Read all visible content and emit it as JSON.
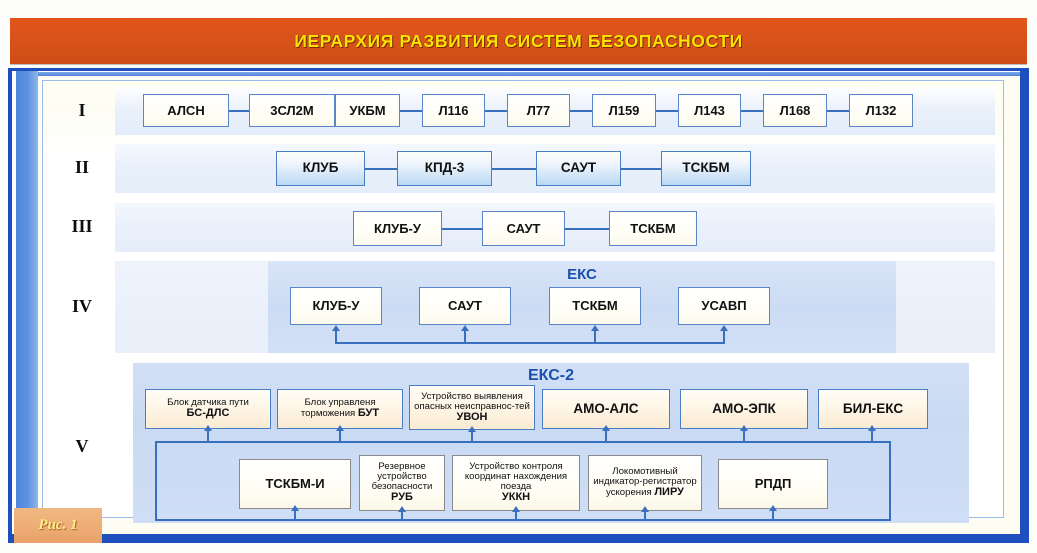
{
  "banner": {
    "title": "ИЕРАРХИЯ РАЗВИТИЯ СИСТЕМ БЕЗОПАСНОСТИ"
  },
  "figure_caption": "Рис. 1",
  "colors": {
    "banner_bg": "#d9531b",
    "banner_text": "#ffe200",
    "frame_blue": "#1d4fbe",
    "frame_left_blue": "#5f92e2",
    "connector": "#3a6fc0",
    "group_label": "#1a4fae",
    "band_light": "#e9f0fb",
    "band_dark": "#ccdcf4",
    "node_white": "#fffef4",
    "node_blue": "#cfe4f7",
    "node_peach": "#fdf3e2"
  },
  "levels": [
    {
      "numeral": "I",
      "nodes": [
        {
          "label": "АЛСН"
        },
        {
          "label": "3СЛ2М"
        },
        {
          "label": "УКБМ"
        },
        {
          "label": "Л116"
        },
        {
          "label": "Л77"
        },
        {
          "label": "Л159"
        },
        {
          "label": "Л143"
        },
        {
          "label": "Л168"
        },
        {
          "label": "Л132"
        }
      ]
    },
    {
      "numeral": "II",
      "nodes": [
        {
          "label": "КЛУБ"
        },
        {
          "label": "КПД-3"
        },
        {
          "label": "САУТ"
        },
        {
          "label": "ТСКБМ"
        }
      ]
    },
    {
      "numeral": "III",
      "nodes": [
        {
          "label": "КЛУБ-У"
        },
        {
          "label": "САУТ"
        },
        {
          "label": "ТСКБМ"
        }
      ]
    },
    {
      "numeral": "IV",
      "group_label": "ЕКС",
      "nodes": [
        {
          "label": "КЛУБ-У"
        },
        {
          "label": "САУТ"
        },
        {
          "label": "ТСКБМ"
        },
        {
          "label": "УСАВП"
        }
      ]
    },
    {
      "numeral": "V",
      "group_label": "ЕКС-2",
      "top_nodes": [
        {
          "desc": "Блок датчика пути",
          "abbr": "БС-ДЛС"
        },
        {
          "desc": "Блок управленя торможения",
          "abbr": "БУТ"
        },
        {
          "desc": "Устройство выявления опасных неисправнос-тей",
          "abbr": "УВОН"
        },
        {
          "desc": "",
          "abbr": "АМО-АЛС"
        },
        {
          "desc": "",
          "abbr": "АМО-ЭПК"
        },
        {
          "desc": "",
          "abbr": "БИЛ-ЕКС"
        }
      ],
      "bottom_nodes": [
        {
          "desc": "",
          "abbr": "ТСКБМ-И"
        },
        {
          "desc": "Резервное устройство безопасности",
          "abbr": "РУБ"
        },
        {
          "desc": "Устройство контроля координат нахождения поезда",
          "abbr": "УККН"
        },
        {
          "desc": "Локомотивный индикатор-регистратор ускорения",
          "abbr": "ЛИРУ"
        },
        {
          "desc": "",
          "abbr": "РПДП"
        }
      ]
    }
  ]
}
